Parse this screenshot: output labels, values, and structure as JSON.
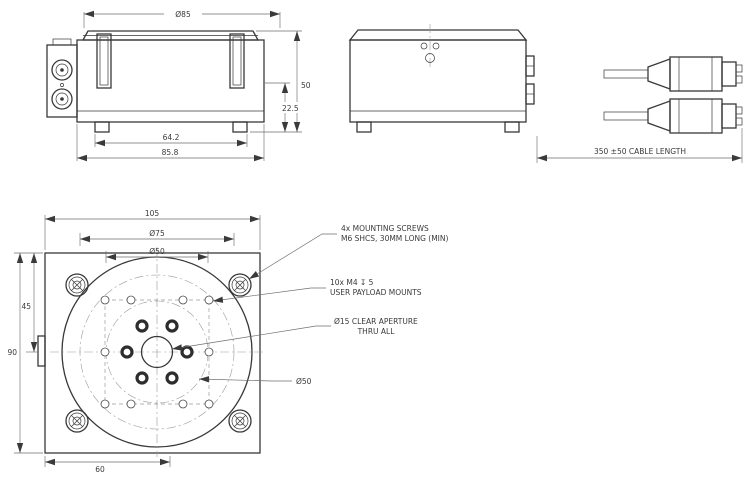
{
  "meta": {
    "background": "#ffffff",
    "ink": "#383838"
  },
  "front_view": {
    "dim_platform_dia": "Ø85",
    "dim_height_total": "50",
    "dim_height_base": "22.5",
    "dim_feet_span": "64.2",
    "dim_width": "85.8"
  },
  "cable": {
    "dim_length": "350 ±50 CABLE LENGTH"
  },
  "plan_view": {
    "dim_width": "105",
    "dim_bc_outer": "Ø75",
    "dim_bc_inner": "Ø50",
    "dim_depth": "90",
    "dim_center": "45",
    "dim_left": "60",
    "label_bc50": "Ø50"
  },
  "notes": {
    "mounting_1": "4x MOUNTING SCREWS",
    "mounting_2": "M6 SHCS, 30MM LONG (MIN)",
    "payload_1": "10x M4 ↧ 5",
    "payload_2": "USER PAYLOAD MOUNTS",
    "aperture_1": "Ø15 CLEAR APERTURE",
    "aperture_2": "THRU ALL"
  }
}
